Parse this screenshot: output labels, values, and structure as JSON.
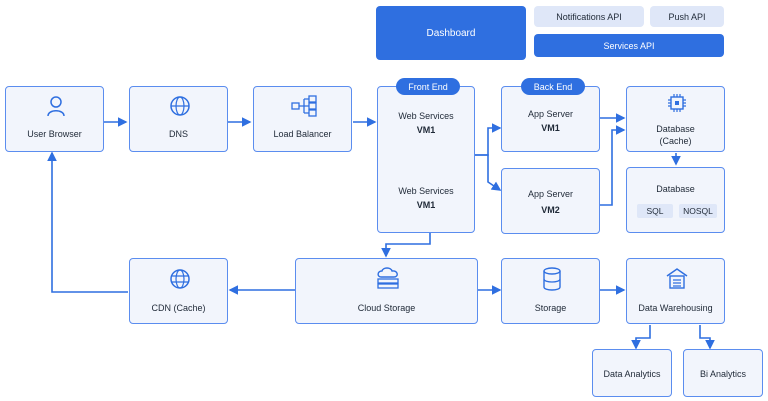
{
  "header": {
    "dashboard": "Dashboard",
    "notifications_api": "Notifications API",
    "push_api": "Push API",
    "services_api": "Services API"
  },
  "nodes": {
    "user_browser": "User Browser",
    "dns": "DNS",
    "load_balancer": "Load Balancer",
    "front_end": "Front End",
    "web_services_1": {
      "title": "Web Services",
      "sub": "VM1"
    },
    "web_services_2": {
      "title": "Web Services",
      "sub": "VM1"
    },
    "back_end": "Back End",
    "app_server_1": {
      "title": "App Server",
      "sub": "VM1"
    },
    "app_server_2": {
      "title": "App Server",
      "sub": "VM2"
    },
    "database_cache": {
      "line1": "Database",
      "line2": "(Cache)"
    },
    "database": {
      "title": "Database",
      "sql": "SQL",
      "nosql": "NOSQL"
    },
    "cdn": "CDN (Cache)",
    "cloud_storage": "Cloud Storage",
    "storage": "Storage",
    "data_warehousing": "Data Warehousing",
    "data_analytics": "Data Analytics",
    "bi_analytics": "Bi Analytics"
  },
  "colors": {
    "accent": "#2f6fe0",
    "box_fill": "#f2f5fc",
    "box_border": "#5b8def",
    "light_pill": "#dfe7f8"
  },
  "icons": [
    "user-icon",
    "globe-icon",
    "network-icon",
    "cpu-chip-icon",
    "server-icon",
    "cloud-storage-icon",
    "database-icon",
    "warehouse-icon"
  ]
}
